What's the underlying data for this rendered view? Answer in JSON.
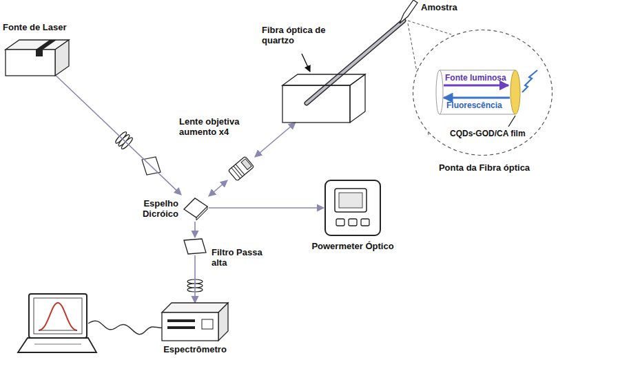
{
  "diagram": {
    "nodes": [
      {
        "text": [
          "Fonte de Laser"
        ]
      },
      {
        "text": [
          "Fibra óptica de quartzo"
        ]
      },
      {
        "text": [
          "Fonte luminosa",
          "Fluorescência",
          "CQDs-GOD/CA film",
          "Ponta da Fibra óptica"
        ]
      },
      {
        "text": [
          "Lente objetiva aumento x4"
        ]
      },
      {
        "text": [
          "Espelho Dicróico"
        ]
      },
      {
        "text": [
          "Powermeter Óptico"
        ]
      },
      {
        "text": [
          "Filtro Passa alta"
        ]
      },
      {
        "text": [
          "Espectrômetro"
        ]
      }
    ],
    "edges": [
      {
        "from": 0,
        "to": 4,
        "arrow": "to"
      },
      {
        "from": 4,
        "to": 3,
        "arrow": "both"
      },
      {
        "from": 3,
        "to": 1,
        "arrow": "both"
      },
      {
        "from": 4,
        "to": 5,
        "arrow": "to"
      },
      {
        "from": 4,
        "to": 6,
        "arrow": "to"
      },
      {
        "from": 6,
        "to": 7,
        "arrow": "to"
      }
    ],
    "labels": [
      "Amostra"
    ]
  }
}
